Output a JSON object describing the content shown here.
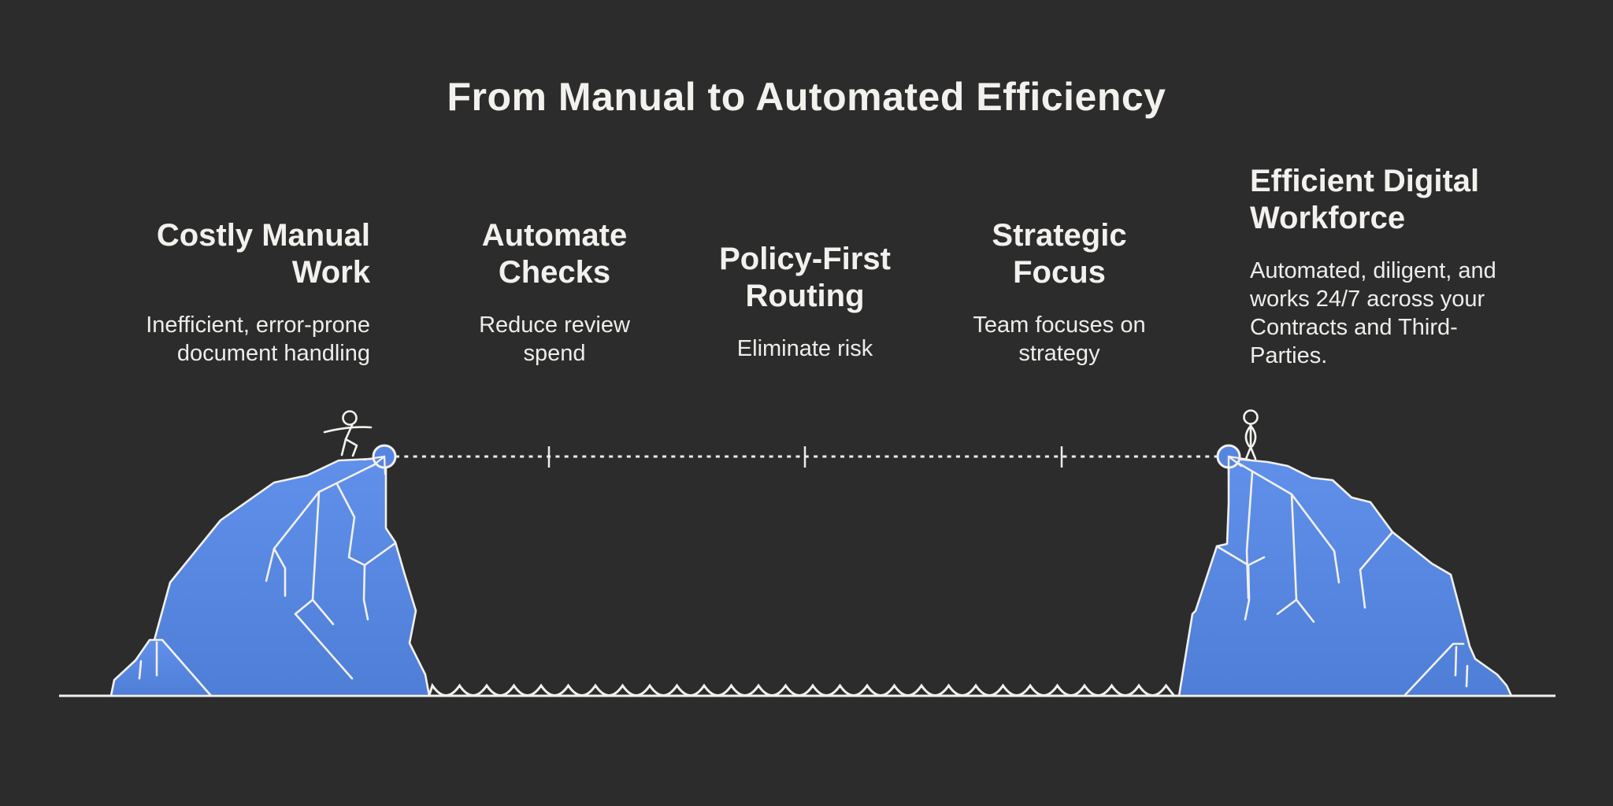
{
  "title": "From Manual to Automated Efficiency",
  "columns": [
    {
      "heading": "Costly Manual Work",
      "description": "Inefficient, error-prone document handling"
    },
    {
      "heading": "Automate Checks",
      "description": "Reduce review spend"
    },
    {
      "heading": "Policy-First Routing",
      "description": "Eliminate risk"
    },
    {
      "heading": "Strategic Focus",
      "description": "Team focuses on strategy"
    },
    {
      "heading": "Efficient Digital Workforce",
      "description": "Automated, diligent, and works 24/7 across your Contracts and Third-Parties."
    }
  ],
  "illustration": {
    "left_cliff": "manual-work-cliff",
    "right_cliff": "automated-efficiency-cliff",
    "left_figure": "stick-figure-walking",
    "right_figure": "stick-figure-standing",
    "connector": "dotted-journey-line",
    "water": "wavy-water-line",
    "colors": {
      "background": "#2c2c2c",
      "cliff_blue_top": "#6090ea",
      "cliff_blue_bottom": "#4f7ed7",
      "circle_blue": "#5585e0",
      "line_white": "#f2f0ec",
      "text_white": "#f3f1ee"
    }
  }
}
